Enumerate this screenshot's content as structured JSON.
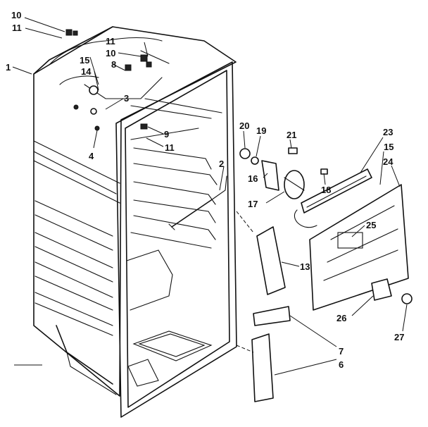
{
  "callouts": {
    "c1": "1",
    "c2": "2",
    "c3": "3",
    "c4": "4",
    "c6": "6",
    "c7": "7",
    "c8": "8",
    "c9": "9",
    "c10a": "10",
    "c10b": "10",
    "c11a": "11",
    "c11b": "11",
    "c11c": "11",
    "c13": "13",
    "c14": "14",
    "c15a": "15",
    "c15b": "15",
    "c16": "16",
    "c17": "17",
    "c18": "18",
    "c19": "19",
    "c20": "20",
    "c21": "21",
    "c23": "23",
    "c24": "24",
    "c25": "25",
    "c26": "26",
    "c27": "27"
  }
}
